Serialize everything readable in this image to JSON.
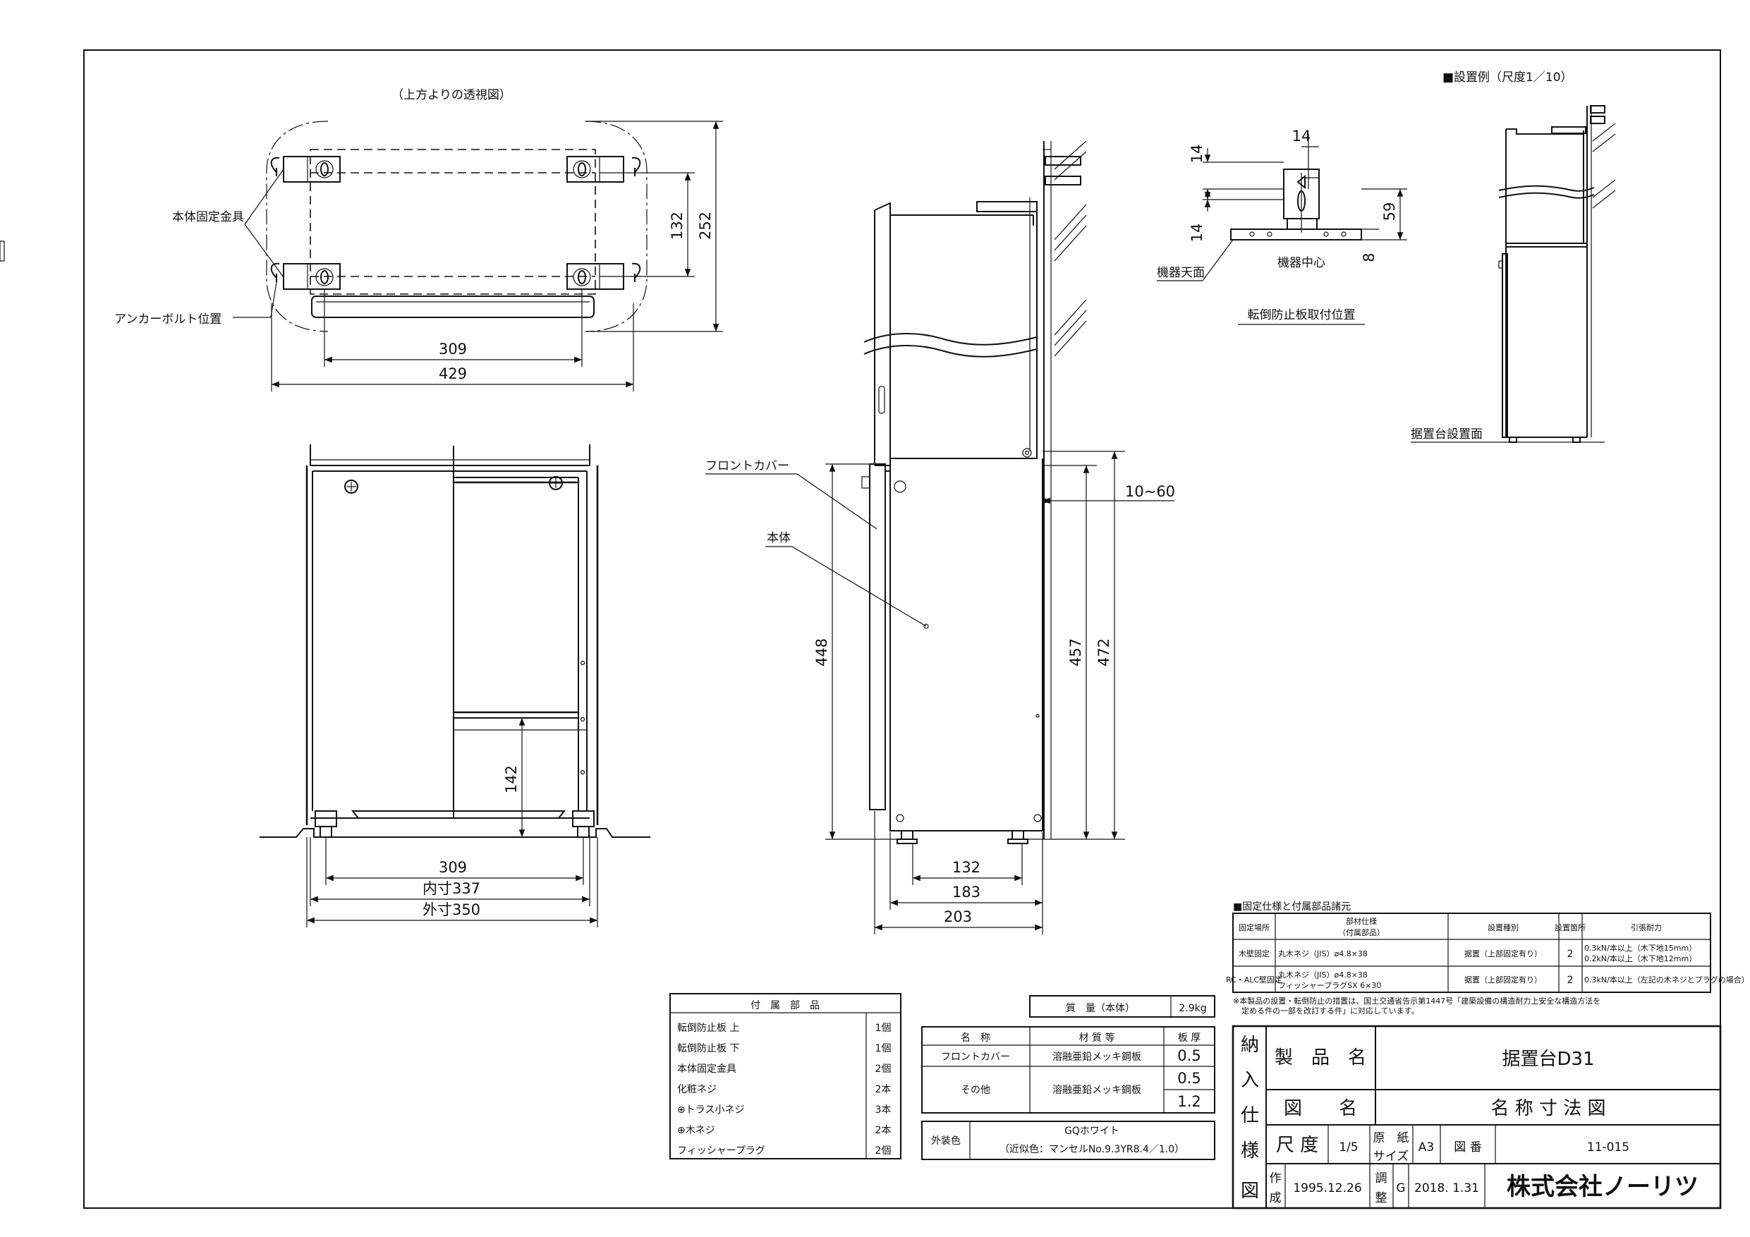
{
  "views": {
    "top_view_title": "（上方よりの透視図）",
    "install_example_title": "■設置例（尺度1／10）",
    "labels": {
      "body_fixing_bracket": "本体固定金具",
      "anchor_bolt_position": "アンカーボルト位置",
      "front_cover": "フロントカバー",
      "body": "本体",
      "device_top_surface": "機器天面",
      "device_center": "機器中心",
      "tip_plate_position": "転倒防止板取付位置",
      "stand_install_surface": "据置台設置面"
    },
    "dimensions": {
      "top_132": "132",
      "top_252": "252",
      "top_309": "309",
      "top_429": "429",
      "front_309": "309",
      "front_inner": "内寸337",
      "front_outer": "外寸350",
      "front_142": "142",
      "side_448": "448",
      "side_457": "457",
      "side_472": "472",
      "side_gap": "10~60",
      "side_132": "132",
      "side_183": "183",
      "side_203": "203",
      "detail_14a": "14",
      "detail_14b": "14",
      "detail_14c": "14",
      "detail_59": "59",
      "detail_8": "8"
    }
  },
  "fixing_table": {
    "title": "■固定仕様と付属部品諸元",
    "headers": [
      "固定場所",
      "部材仕様",
      "（付属部品）",
      "設置種別",
      "設置箇所",
      "引張耐力"
    ],
    "rows": [
      {
        "place": "木壁固定",
        "spec": [
          "丸木ネジ（JIS）ø4.8×38"
        ],
        "type": "据置（上部固定有り）",
        "count": "2",
        "force": [
          "0.3kN/本以上（木下地15mm）",
          "0.2kN/本以上（木下地12mm）"
        ]
      },
      {
        "place": "RC・ALC壁固定",
        "spec": [
          "丸木ネジ（JIS）ø4.8×38",
          "フィッシャープラグSX 6×30"
        ],
        "type": "据置（上部固定有り）",
        "count": "2",
        "force": [
          "0.3kN/本以上（左記の木ネジとプラグの場合）"
        ]
      }
    ],
    "note": [
      "※本製品の設置・転倒防止の措置は、国土交通省告示第1447号「建築設備の構造耐力上安全な構造方法を",
      "定める件の一部を改訂する件」に対応しています。"
    ]
  },
  "accessories": {
    "header": "付　属　部　品",
    "items": [
      {
        "name": "転倒防止板 上",
        "qty": "1個"
      },
      {
        "name": "転倒防止板 下",
        "qty": "1個"
      },
      {
        "name": "本体固定金具",
        "qty": "2個"
      },
      {
        "name": "化粧ネジ",
        "qty": "2本"
      },
      {
        "name": "⊕トラス小ネジ",
        "qty": "3本"
      },
      {
        "name": "⊕木ネジ",
        "qty": "2本"
      },
      {
        "name": "フィッシャープラグ",
        "qty": "2個"
      }
    ]
  },
  "mass": {
    "label": "質　量（本体）",
    "value": "2.9kg"
  },
  "materials": {
    "headers": [
      "名　称",
      "材 質 等",
      "板 厚"
    ],
    "rows": [
      {
        "name": "フロントカバー",
        "material": "溶融亜鉛メッキ鋼板",
        "thickness": [
          "0.5"
        ]
      },
      {
        "name": "その他",
        "material": "溶融亜鉛メッキ鋼板",
        "thickness": [
          "0.5",
          "1.2"
        ]
      }
    ]
  },
  "exterior": {
    "label": "外装色",
    "color": "GQホワイト",
    "munsell": "（近似色：マンセルNo.9.3YR8.4／1.0）"
  },
  "title_block": {
    "side_chars": [
      "納",
      "入",
      "仕",
      "様",
      "図"
    ],
    "product_label": "製　品　名",
    "product_name": "据置台D31",
    "drawing_label": "図　　名",
    "drawing_name": "名 称 寸 法 図",
    "scale_label": "尺 度",
    "scale_value": "1/5",
    "paper_label_1": "原　紙",
    "paper_label_2": "サイズ",
    "paper_value": "A3",
    "number_label": "図 番",
    "number_value": "11-015",
    "created_label_1": "作",
    "created_label_2": "成",
    "created_value": "1995.12.26",
    "adjust_label_1": "調",
    "adjust_label_2": "整",
    "adjust_rev": "G",
    "adjust_value": "2018. 1.31",
    "company": "株式会社ノーリツ"
  }
}
